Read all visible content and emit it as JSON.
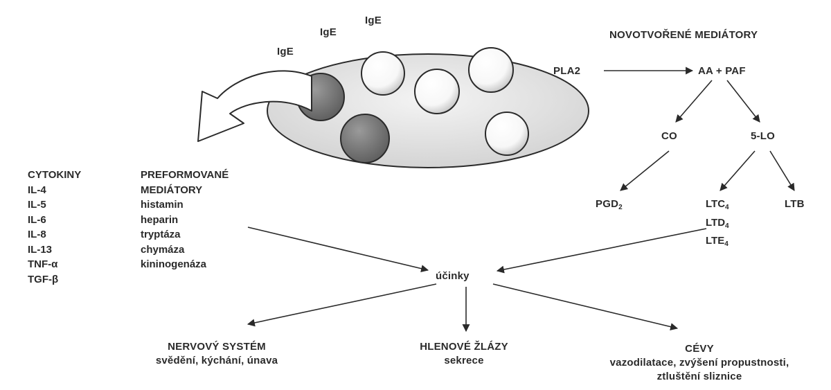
{
  "cell": {
    "ige_labels": [
      "IgE",
      "IgE",
      "IgE"
    ],
    "pla2": "PLA2"
  },
  "novo": {
    "title": "NOVOTVOŘENÉ MEDIÁTORY",
    "aa_paf": "AA + PAF",
    "co": "CO",
    "lo": "5-LO",
    "pgd": "PGD",
    "pgd_sub": "2",
    "ltc": "LTC",
    "ltc_sub": "4",
    "ltd": "LTD",
    "ltd_sub": "4",
    "lte": "LTE",
    "lte_sub": "4",
    "ltb": "LTB"
  },
  "cytokiny": {
    "title": "CYTOKINY",
    "items": [
      "IL-4",
      "IL-5",
      "IL-6",
      "IL-8",
      "IL-13",
      "TNF-α",
      "TGF-β"
    ]
  },
  "preformovane": {
    "title_1": "PREFORMOVANÉ",
    "title_2": "MEDIÁTORY",
    "items": [
      "histamin",
      "heparin",
      "tryptáza",
      "chymáza",
      "kininogenáza"
    ]
  },
  "ucinky": "účinky",
  "targets": {
    "nerv_title": "NERVOVÝ SYSTÉM",
    "nerv_desc": "svědění, kýchání, únava",
    "hlen_title": "HLENOVÉ ŽLÁZY",
    "hlen_desc": "sekrece",
    "cevy_title": "CÉVY",
    "cevy_desc_1": "vazodilatace, zvýšení propustnosti,",
    "cevy_desc_2": "ztluštění sliznice"
  },
  "colors": {
    "ink": "#2a2a2a",
    "cell_fill": "#e6e6e6",
    "granule_dark": "#7a7a7a",
    "granule_light": "#ffffff"
  }
}
